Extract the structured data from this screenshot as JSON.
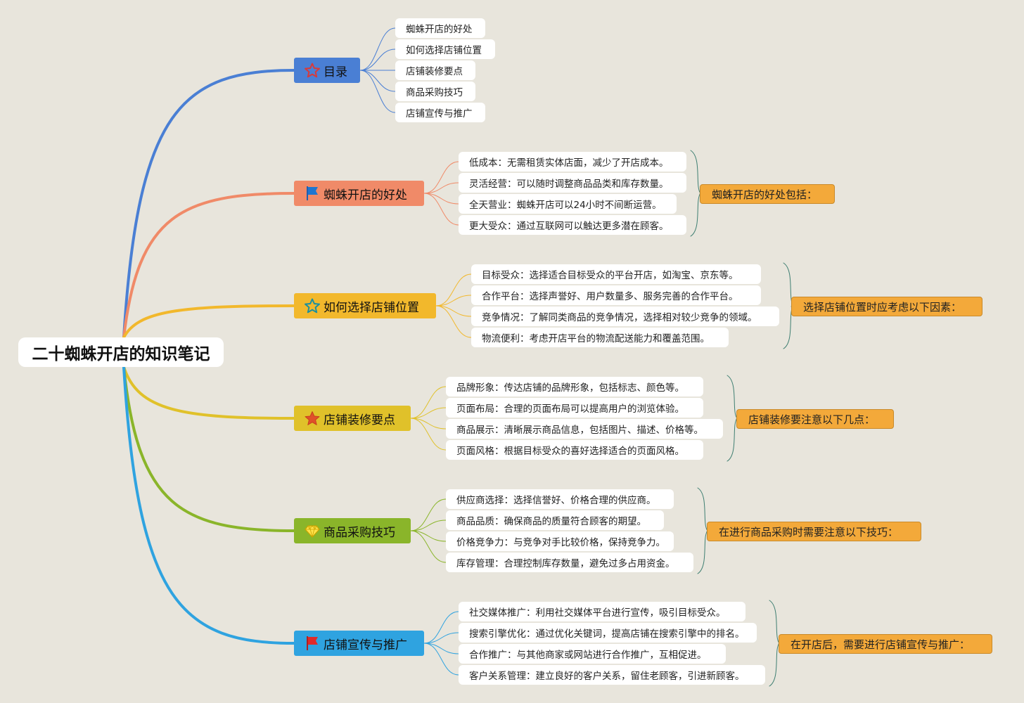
{
  "title": "二十蜘蛛开店的知识笔记",
  "branches": [
    {
      "label": "目录",
      "icon": "star-outline-icon",
      "color": "#4a7fd4",
      "items": [
        "蜘蛛开店的好处",
        "如何选择店铺位置",
        "店铺装修要点",
        "商品采购技巧",
        "店铺宣传与推广"
      ],
      "summary": ""
    },
    {
      "label": "蜘蛛开店的好处",
      "icon": "flag-blue-icon",
      "color": "#f08a68",
      "items": [
        "低成本：无需租赁实体店面，减少了开店成本。",
        "灵活经营：可以随时调整商品品类和库存数量。",
        "全天营业：蜘蛛开店可以24小时不间断运营。",
        "更大受众：通过互联网可以触达更多潜在顾客。"
      ],
      "summary": "蜘蛛开店的好处包括："
    },
    {
      "label": "如何选择店铺位置",
      "icon": "star-outline-teal-icon",
      "color": "#f2b82c",
      "items": [
        "目标受众：选择适合目标受众的平台开店，如淘宝、京东等。",
        "合作平台：选择声誉好、用户数量多、服务完善的合作平台。",
        "竞争情况：了解同类商品的竞争情况，选择相对较少竞争的领域。",
        "物流便利：考虑开店平台的物流配送能力和覆盖范围。"
      ],
      "summary": "选择店铺位置时应考虑以下因素："
    },
    {
      "label": "店铺装修要点",
      "icon": "star-filled-icon",
      "color": "#e0c12a",
      "items": [
        "品牌形象：传达店铺的品牌形象，包括标志、颜色等。",
        "页面布局：合理的页面布局可以提高用户的浏览体验。",
        "商品展示：清晰展示商品信息，包括图片、描述、价格等。",
        "页面风格：根据目标受众的喜好选择适合的页面风格。"
      ],
      "summary": "店铺装修要注意以下几点："
    },
    {
      "label": "商品采购技巧",
      "icon": "diamond-icon",
      "color": "#8ab52a",
      "items": [
        "供应商选择：选择信誉好、价格合理的供应商。",
        "商品品质：确保商品的质量符合顾客的期望。",
        "价格竞争力：与竞争对手比较价格，保持竞争力。",
        "库存管理：合理控制库存数量，避免过多占用资金。"
      ],
      "summary": "在进行商品采购时需要注意以下技巧："
    },
    {
      "label": "店铺宣传与推广",
      "icon": "flag-red-icon",
      "color": "#2fa3e0",
      "items": [
        "社交媒体推广：利用社交媒体平台进行宣传，吸引目标受众。",
        "搜索引擎优化：通过优化关键词，提高店铺在搜索引擎中的排名。",
        "合作推广：与其他商家或网站进行合作推广，互相促进。",
        "客户关系管理：建立良好的客户关系，留住老顾客，引进新顾客。"
      ],
      "summary": "在开店后，需要进行店铺宣传与推广："
    }
  ]
}
